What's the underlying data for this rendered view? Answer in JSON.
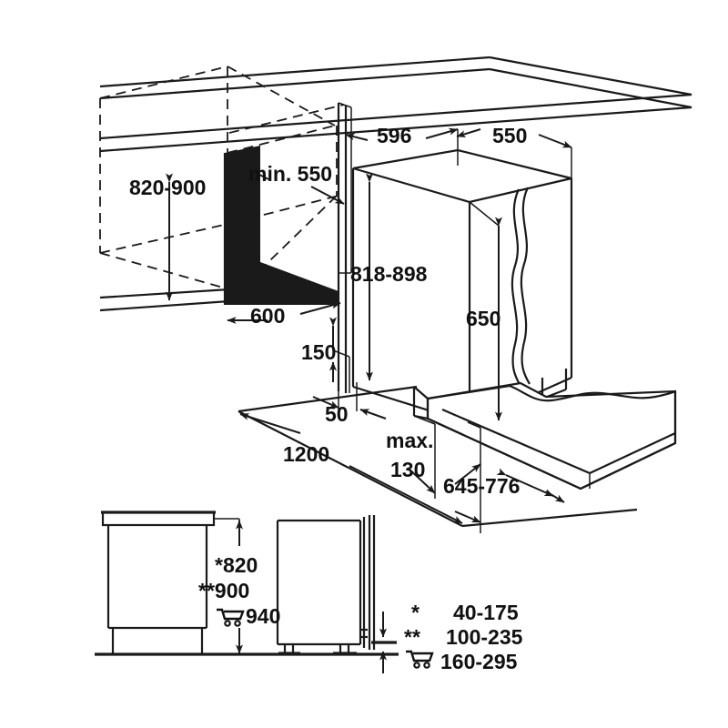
{
  "document": {
    "type": "appliance-installation-dimension-drawing",
    "units": "mm"
  },
  "views": {
    "main_isometric": {
      "name": "built-in niche and appliance isometric view"
    },
    "bottom_left_elevation": {
      "name": "cabinet side elevation with worktop"
    },
    "bottom_right_elevation": {
      "name": "appliance side elevation with door panel"
    }
  },
  "dimensions": {
    "niche_height": "820-900",
    "niche_depth_min": "min. 550",
    "niche_width": "600",
    "appliance_depth": "596",
    "appliance_side": "550",
    "appliance_height": "818-898",
    "door_height": "650",
    "service_offset": "150",
    "service_gap": "50",
    "door_opening_clearance": "1200",
    "max_protrusion": "max.",
    "max_protrusion_value": "130",
    "door_panel_height_range": "645-776"
  },
  "bottom_stack": {
    "line1": "*820",
    "line2": "**900",
    "line3": "940",
    "cart_icon": "shopping-cart-icon"
  },
  "legend": {
    "rows": [
      {
        "mark": "*",
        "value": "40-175"
      },
      {
        "mark": "**",
        "value": "100-235"
      },
      {
        "mark": "cart",
        "value": "160-295"
      }
    ]
  },
  "colors": {
    "line": "#1a1a1a",
    "fill": "#1a1a1a",
    "background": "#ffffff"
  }
}
